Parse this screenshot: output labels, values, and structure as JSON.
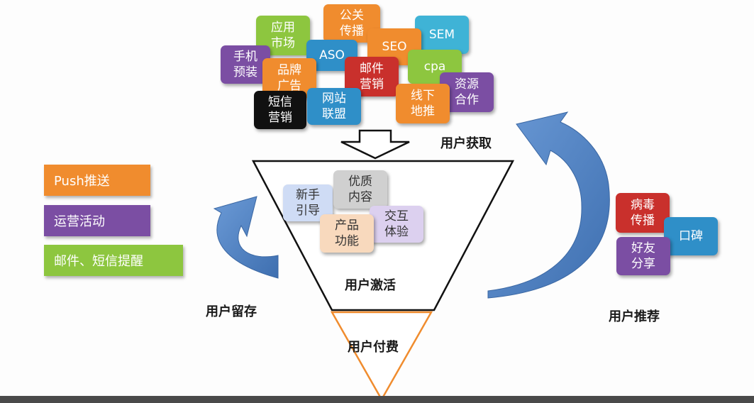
{
  "channel_tiles": [
    {
      "id": "app-market",
      "text": "应用\n市场",
      "color": "#8dc63f"
    },
    {
      "id": "pr",
      "text": "公关\n传播",
      "color": "#f08c2e"
    },
    {
      "id": "sem",
      "text": "SEM",
      "color": "#3fb3d6"
    },
    {
      "id": "aso",
      "text": "ASO",
      "color": "#2f8fc8"
    },
    {
      "id": "seo",
      "text": "SEO",
      "color": "#f08c2e"
    },
    {
      "id": "phone-preinstall",
      "text": "手机\n预装",
      "color": "#7b4ea3"
    },
    {
      "id": "brand-ad",
      "text": "品牌\n广告",
      "color": "#f08c2e"
    },
    {
      "id": "email-marketing",
      "text": "邮件\n营销",
      "color": "#c9302c"
    },
    {
      "id": "cpa",
      "text": "cpa",
      "color": "#8dc63f"
    },
    {
      "id": "resource-coop",
      "text": "资源\n合作",
      "color": "#7b4ea3"
    },
    {
      "id": "offline-push",
      "text": "线下\n地推",
      "color": "#f08c2e"
    },
    {
      "id": "sms-marketing",
      "text": "短信\n营销",
      "color": "#111111"
    },
    {
      "id": "web-alliance",
      "text": "网站\n联盟",
      "color": "#2f8fc8"
    }
  ],
  "activation_tiles": [
    {
      "id": "newbie-guide",
      "text": "新手\n引导",
      "color": "#cfdcf5"
    },
    {
      "id": "quality-content",
      "text": "优质\n内容",
      "color": "#d0d0d0"
    },
    {
      "id": "interaction",
      "text": "交互\n体验",
      "color": "#dcd0ef"
    },
    {
      "id": "product-feature",
      "text": "产品\n功能",
      "color": "#f8d9bd"
    }
  ],
  "referral_tiles": [
    {
      "id": "viral",
      "text": "病毒\n传播",
      "color": "#c9302c"
    },
    {
      "id": "word-of-mouth",
      "text": "口碑",
      "color": "#2f8fc8"
    },
    {
      "id": "friend-share",
      "text": "好友\n分享",
      "color": "#7b4ea3"
    }
  ],
  "retention_bars": [
    {
      "id": "push",
      "text": "Push推送",
      "color": "#f08c2e"
    },
    {
      "id": "ops",
      "text": "运营活动",
      "color": "#7b4ea3"
    },
    {
      "id": "reminder",
      "text": "邮件、短信提醒",
      "color": "#8dc63f"
    }
  ],
  "stage_labels": {
    "acquisition": "用户获取",
    "activation": "用户激活",
    "retention": "用户留存",
    "referral": "用户推荐",
    "revenue": "用户付费"
  },
  "colors": {
    "arrow_blue": "#4a7fc1",
    "funnel_stroke": "#111111",
    "revenue_stroke": "#f08c2e"
  }
}
